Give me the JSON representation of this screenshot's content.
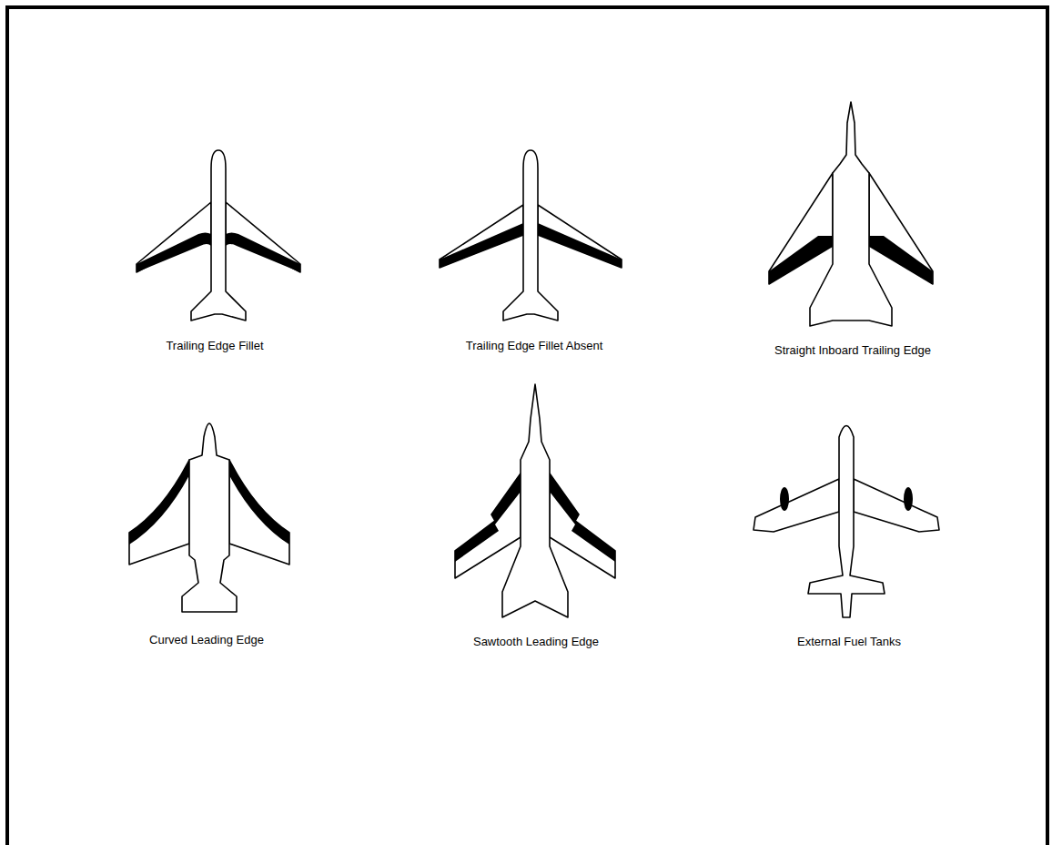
{
  "diagram": {
    "labels": [
      "Trailing Edge Fillet",
      "Trailing Edge Fillet Absent",
      "Straight Inboard Trailing Edge",
      "Curved Leading Edge",
      "Sawtooth Leading Edge",
      "External Fuel Tanks"
    ]
  }
}
